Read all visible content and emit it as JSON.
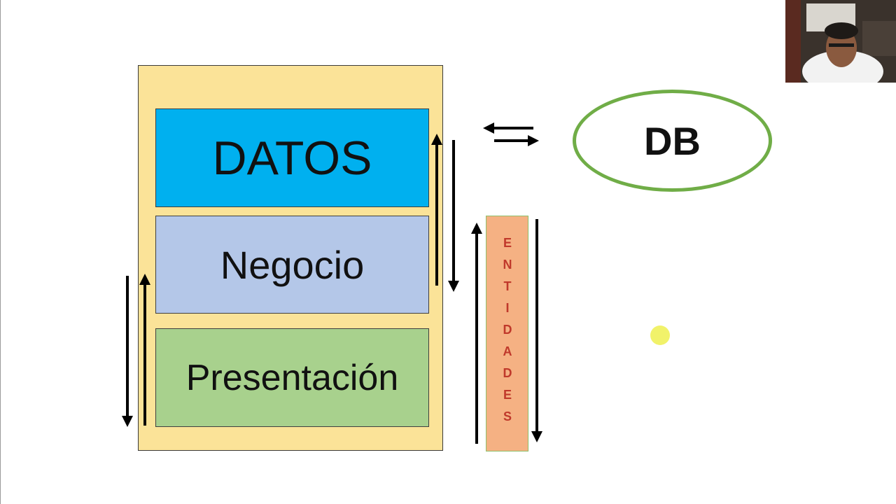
{
  "diagram": {
    "layers": {
      "datos": "DATOS",
      "negocio": "Negocio",
      "presentacion": "Presentación"
    },
    "entidades": "ENTIDADES",
    "database": "DB"
  },
  "colors": {
    "container": "#fbe398",
    "datos": "#00b0ef",
    "negocio": "#b4c7e8",
    "presentacion": "#a8d18d",
    "entidades": "#f5b183",
    "entidades_text": "#c0392b",
    "db_border": "#70ad47",
    "arrow": "#000000"
  }
}
